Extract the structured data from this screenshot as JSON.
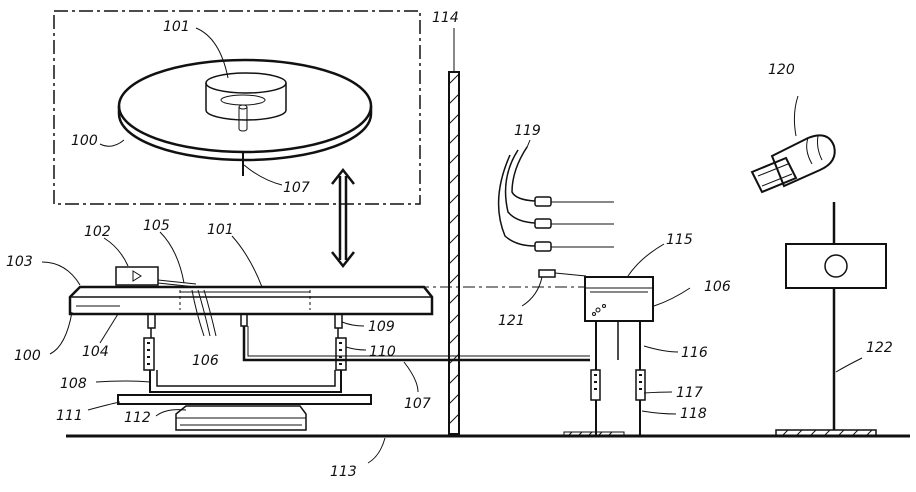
{
  "labels": {
    "l100a": "100",
    "l100b": "100",
    "l101a": "101",
    "l101b": "101",
    "l102": "102",
    "l103": "103",
    "l104": "104",
    "l105": "105",
    "l106a": "106",
    "l106b": "106",
    "l107a": "107",
    "l107b": "107",
    "l108": "108",
    "l109": "109",
    "l110": "110",
    "l111": "111",
    "l112": "112",
    "l113": "113",
    "l114": "114",
    "l115": "115",
    "l116": "116",
    "l117": "117",
    "l118": "118",
    "l119": "119",
    "l120": "120",
    "l121": "121",
    "l122": "122"
  }
}
